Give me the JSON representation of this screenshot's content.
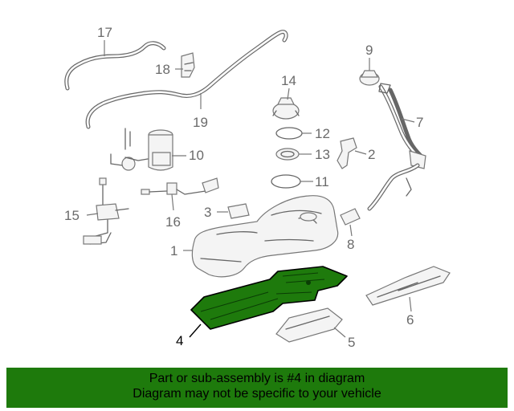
{
  "callouts": {
    "c1": "1",
    "c2": "2",
    "c3": "3",
    "c4": "4",
    "c5": "5",
    "c6": "6",
    "c7": "7",
    "c8": "8",
    "c9": "9",
    "c10": "10",
    "c11": "11",
    "c12": "12",
    "c13": "13",
    "c14": "14",
    "c15": "15",
    "c16": "16",
    "c17": "17",
    "c18": "18",
    "c19": "19"
  },
  "highlight": {
    "part": "4",
    "color": "#1e7a0c"
  },
  "banner": {
    "line1": "Part or sub-assembly is #4 in diagram",
    "line2": "Diagram may not be specific to your vehicle",
    "color": "#1e7a0c"
  }
}
